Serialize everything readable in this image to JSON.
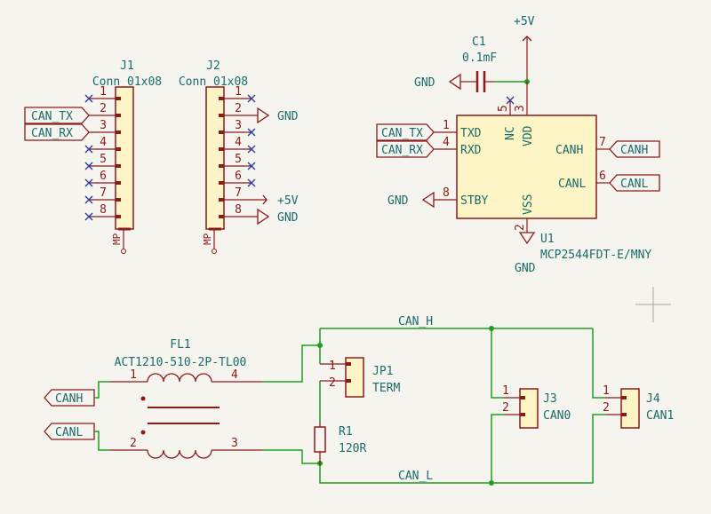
{
  "colors": {
    "background": "#f5f4ef",
    "wire": "#1f9e1f",
    "body_outline": "#8b1a1a",
    "body_fill": "#fdf5c6",
    "pin": "#8b1a1a",
    "ref_text": "#1a6b6b",
    "net_text": "#1a6b6b",
    "pin_number": "#8b1a1a",
    "no_connect": "#2a3aa8",
    "junction": "#1f9e1f",
    "power": "#8b1a1a",
    "cursor": "#a8a8a8"
  },
  "j1": {
    "ref": "J1",
    "value": "Conn_01x08",
    "pins": [
      "1",
      "2",
      "3",
      "4",
      "5",
      "6",
      "7",
      "8"
    ],
    "mp": "MP"
  },
  "j2": {
    "ref": "J2",
    "value": "Conn_01x08",
    "pins": [
      "1",
      "2",
      "3",
      "4",
      "5",
      "6",
      "7",
      "8"
    ],
    "mp": "MP"
  },
  "j1_nets": {
    "can_tx": "CAN_TX",
    "can_rx": "CAN_RX"
  },
  "j2_nets": {
    "gnd_2": "GND",
    "vcc_7": "+5V",
    "gnd_8": "GND"
  },
  "c1": {
    "ref": "C1",
    "value": "0.1mF"
  },
  "power": {
    "vcc": "+5V",
    "gnd_c1": "GND",
    "gnd_stby": "GND",
    "gnd_vss": "GND"
  },
  "u1": {
    "ref": "U1",
    "value": "MCP2544FDT-E/MNY",
    "pin_txd": "TXD",
    "pin_txd_num": "1",
    "pin_rxd": "RXD",
    "pin_rxd_num": "4",
    "pin_stby": "STBY",
    "pin_stby_num": "8",
    "pin_nc": "NC",
    "pin_nc_num": "5",
    "pin_vdd": "VDD",
    "pin_vdd_num": "3",
    "pin_vss": "VSS",
    "pin_vss_num": "2",
    "pin_canh": "CANH",
    "pin_canh_num": "7",
    "pin_canl": "CANL",
    "pin_canl_num": "6"
  },
  "u1_labels": {
    "can_tx": "CAN_TX",
    "can_rx": "CAN_RX",
    "canh": "CANH",
    "canl": "CANL"
  },
  "fl1": {
    "ref": "FL1",
    "value": "ACT1210-510-2P-TL00",
    "pin1": "1",
    "pin2": "2",
    "pin3": "3",
    "pin4": "4"
  },
  "bus_labels": {
    "canh": "CANH",
    "canl": "CANL"
  },
  "nets": {
    "can_h": "CAN_H",
    "can_l": "CAN_L"
  },
  "jp1": {
    "ref": "JP1",
    "value": "TERM",
    "pin1": "1",
    "pin2": "2"
  },
  "r1": {
    "ref": "R1",
    "value": "120R"
  },
  "j3": {
    "ref": "J3",
    "value": "CAN0",
    "pin1": "1",
    "pin2": "2"
  },
  "j4": {
    "ref": "J4",
    "value": "CAN1",
    "pin1": "1",
    "pin2": "2"
  }
}
